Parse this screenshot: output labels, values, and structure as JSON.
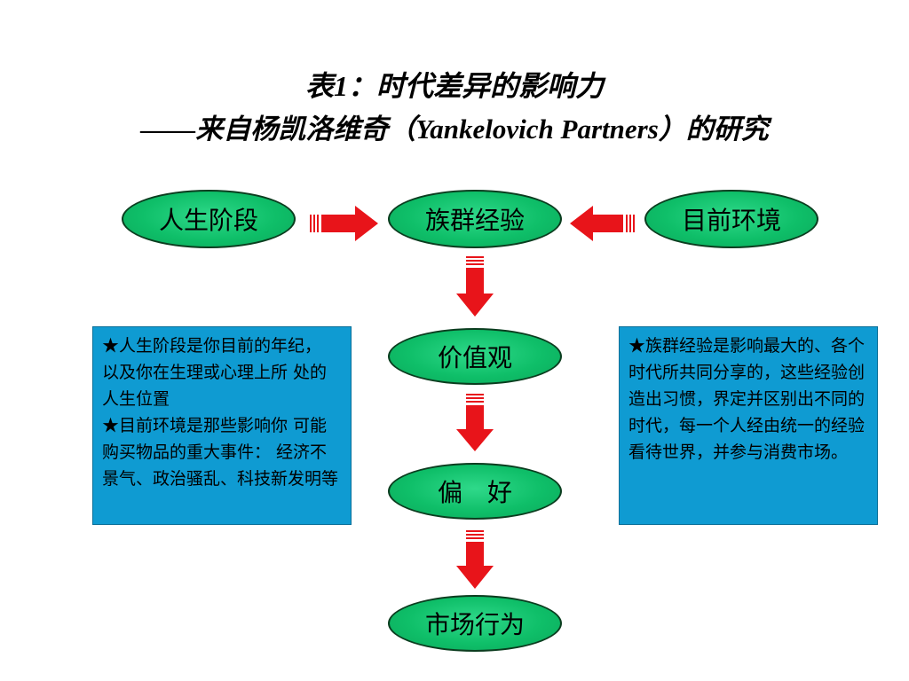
{
  "title": {
    "line1": "表1：时代差异的影响力",
    "line2": "——来自杨凯洛维奇（Yankelovich Partners）的研究"
  },
  "nodes": {
    "life_stage": "人生阶段",
    "cohort_experience": "族群经验",
    "current_environment": "目前环境",
    "values": "价值观",
    "preference": "偏　好",
    "market_behavior": "市场行为"
  },
  "left_box": {
    "para1": "★人生阶段是你目前的年纪， 以及你在生理或心理上所 处的人生位置",
    "para2": "★目前环境是那些影响你 可能购买物品的重大事件： 经济不景气、政治骚乱、科技新发明等"
  },
  "right_box": {
    "para1": "★族群经验是影响最大的、各个时代所共同分享的，这些经验创造出习惯，界定并区别出不同的时代，每一个人经由统一的经验看待世界，并参与消费市场。"
  },
  "colors": {
    "node_fill": "#0fbf69",
    "node_border": "#0b3d1f",
    "arrow": "#e8141a",
    "info_box": "#0f9bd2"
  }
}
